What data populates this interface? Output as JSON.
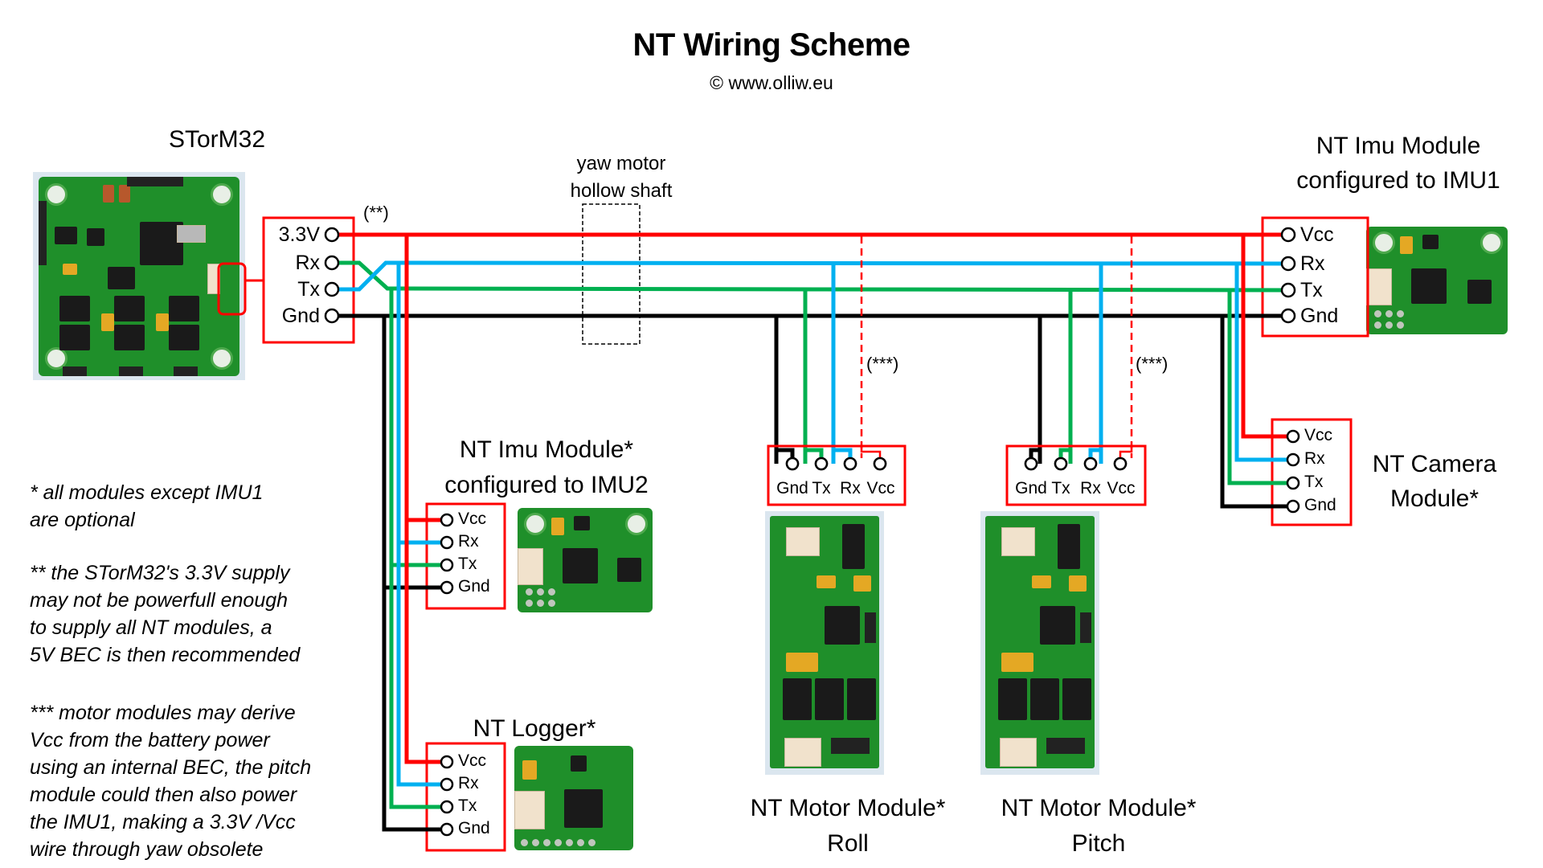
{
  "header": {
    "title": "NT Wiring Scheme",
    "subtitle": "© www.olliw.eu"
  },
  "colors": {
    "vcc": "#ff0000",
    "rx": "#00b0f0",
    "tx": "#00b050",
    "gnd": "#000000",
    "box": "#ff0000"
  },
  "controller": {
    "name": "STorM32",
    "pins": [
      "3.3V",
      "Rx",
      "Tx",
      "Gnd"
    ],
    "note_marker": "(**)"
  },
  "yaw": {
    "line1": "yaw motor",
    "line2": "hollow shaft"
  },
  "imu1": {
    "line1": "NT Imu Module",
    "line2": "configured to IMU1",
    "pins": [
      "Vcc",
      "Rx",
      "Tx",
      "Gnd"
    ]
  },
  "imu2": {
    "line1": "NT Imu Module*",
    "line2": "configured to IMU2",
    "pins": [
      "Vcc",
      "Rx",
      "Tx",
      "Gnd"
    ]
  },
  "logger": {
    "line1": "NT Logger*",
    "pins": [
      "Vcc",
      "Rx",
      "Tx",
      "Gnd"
    ]
  },
  "camera": {
    "line1": "NT Camera",
    "line2": "Module*",
    "pins": [
      "Vcc",
      "Rx",
      "Tx",
      "Gnd"
    ]
  },
  "motor_roll": {
    "line1": "NT Motor Module*",
    "line2": "Roll",
    "pins": [
      "Gnd",
      "Tx",
      "Rx",
      "Vcc"
    ],
    "note_marker": "(***)"
  },
  "motor_pitch": {
    "line1": "NT Motor Module*",
    "line2": "Pitch",
    "pins": [
      "Gnd",
      "Tx",
      "Rx",
      "Vcc"
    ],
    "note_marker": "(***)"
  },
  "notes": [
    "* all modules except IMU1\nare optional",
    "** the STorM32's 3.3V supply\nmay not be powerfull enough\nto supply all NT modules, a\n5V BEC is then recommended",
    "*** motor modules may derive\nVcc from the battery power\nusing an internal BEC, the pitch\nmodule could then also power\nthe IMU1, making a 3.3V /Vcc\nwire through yaw obsolete"
  ],
  "icons": {
    "pin": "connector-pin-icon",
    "board_photo": "pcb-photo"
  }
}
